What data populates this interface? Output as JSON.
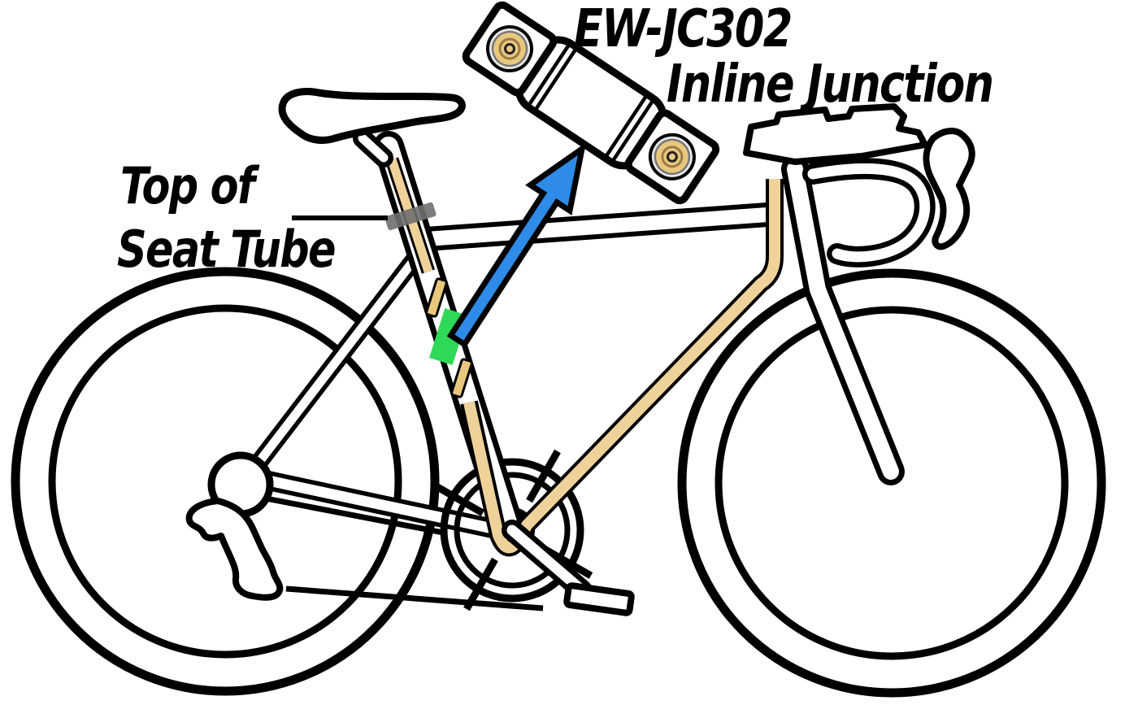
{
  "labels": {
    "junction_model": "EW-JC302",
    "junction_type": "Inline Junction",
    "location_line1": "Top of",
    "location_line2": "Seat Tube"
  },
  "colors": {
    "outline": "#000000",
    "background": "#ffffff",
    "cable_tan": "#efd29a",
    "connector_gold": "#e9c87e",
    "highlight_green": "#2fd957",
    "arrow_blue": "#2e8be8",
    "clamp_gray": "#6f6f6f",
    "port_silver": "#e8e8e8"
  },
  "parts": {
    "highlighted_part": "inline-junction-on-seat-tube",
    "arrow_target": "inline-junction-device",
    "pointer_target": "seat-tube-clamp"
  }
}
